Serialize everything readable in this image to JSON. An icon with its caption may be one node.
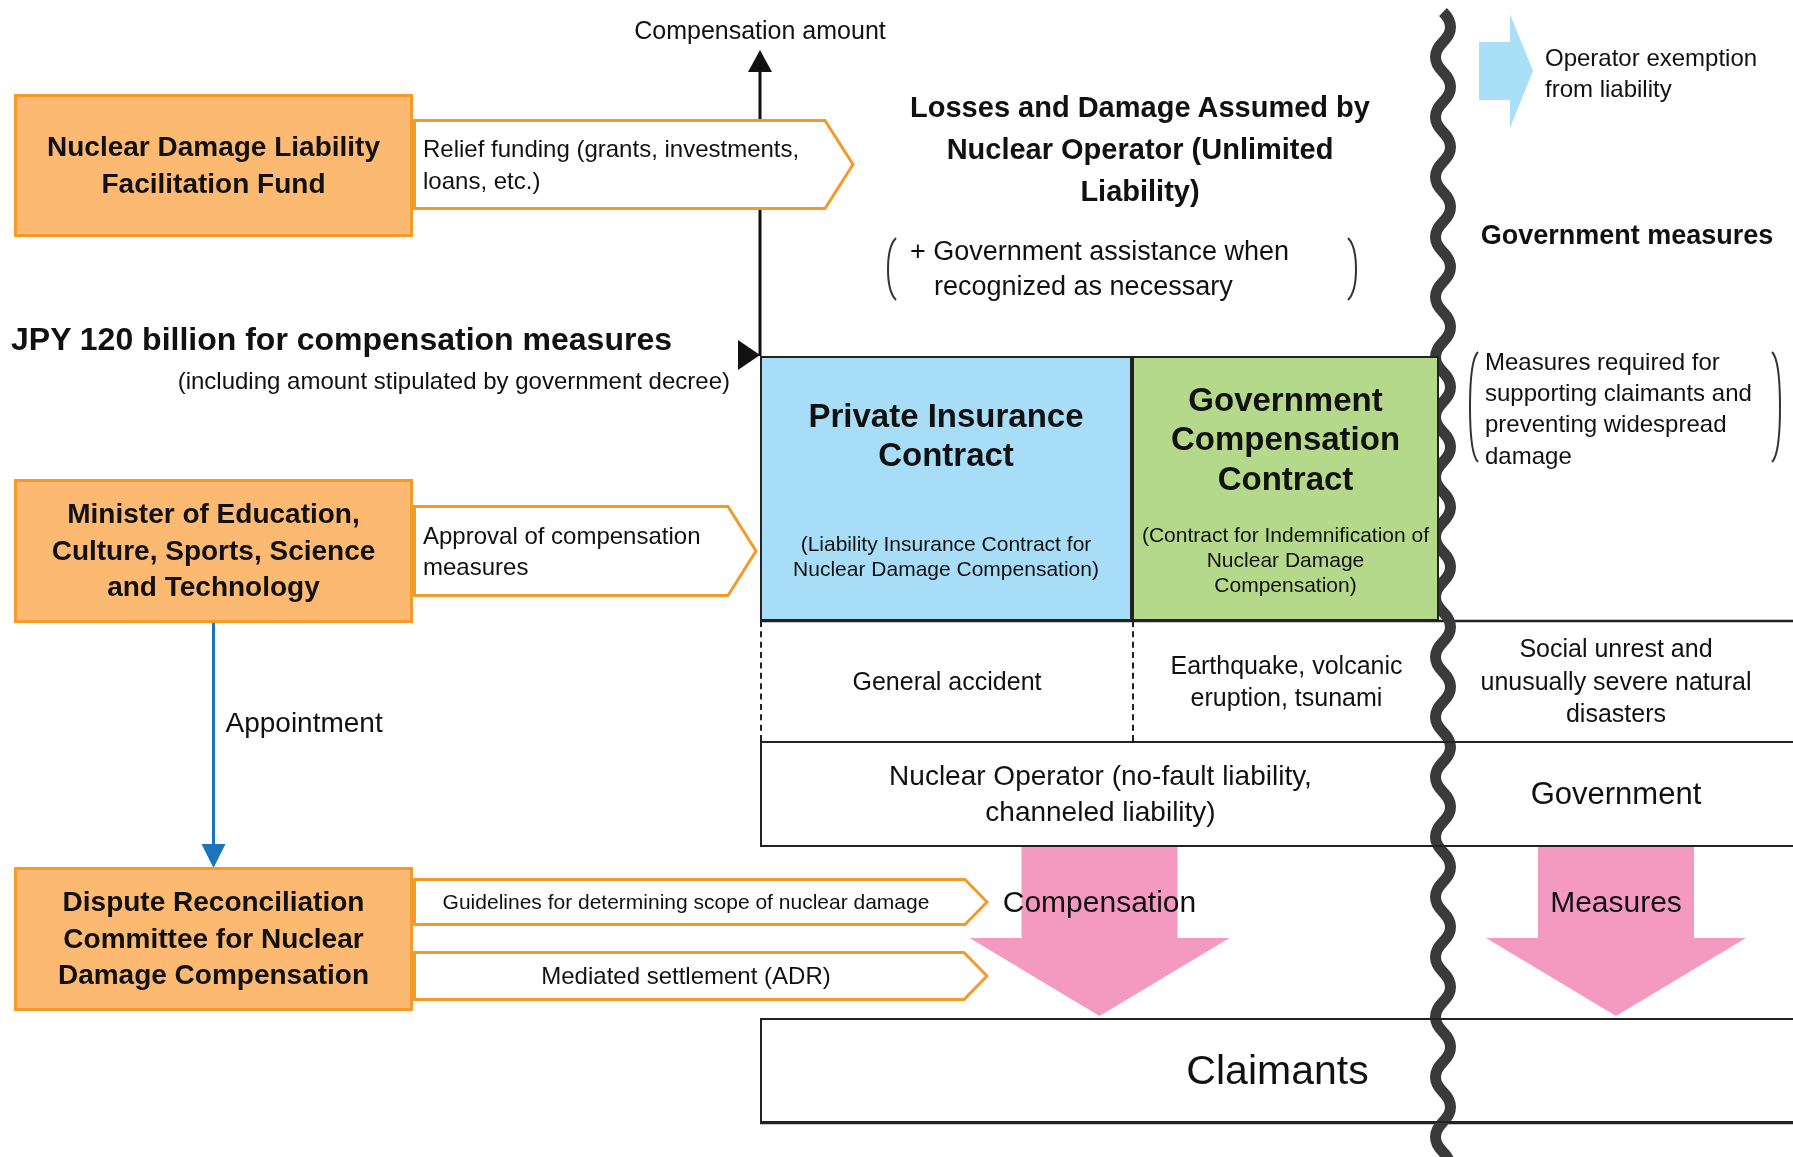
{
  "diagram": {
    "nodes": [
      {
        "text": [
          "Nuclear Damage Liability Facilitation Fund"
        ]
      },
      {
        "text": [
          "Relief funding (grants, investments, loans, etc.)"
        ]
      },
      {
        "text": [
          "Minister of Education, Culture, Sports, Science and Technology"
        ]
      },
      {
        "text": [
          "Approval of compensation measures"
        ]
      },
      {
        "text": [
          "Dispute Reconciliation Committee for Nuclear Damage Compensation"
        ]
      },
      {
        "text": [
          "Guidelines for determining scope of nuclear damage"
        ]
      },
      {
        "text": [
          "Mediated settlement (ADR)"
        ]
      },
      {
        "text": [
          "Private Insurance Contract",
          "(Liability Insurance Contract for Nuclear Damage Compensation)"
        ]
      },
      {
        "text": [
          "Government Compensation Contract",
          "(Contract for Indemnification of Nuclear Damage Compensation)"
        ]
      },
      {
        "text": [
          "General accident"
        ]
      },
      {
        "text": [
          "Earthquake, volcanic eruption, tsunami"
        ]
      },
      {
        "text": [
          "Social unrest and unusually severe natural disasters"
        ]
      },
      {
        "text": [
          "Nuclear Operator (no-fault liability, channeled liability)"
        ]
      },
      {
        "text": [
          "Government"
        ]
      },
      {
        "text": [
          "Claimants"
        ]
      }
    ],
    "edges": [
      {
        "from": 2,
        "to": 4,
        "arrow": "to",
        "label": "Appointment",
        "color": "#1a75bb"
      },
      {
        "from": 12,
        "to": 14,
        "arrow": "to",
        "label": "Compensation",
        "style": "thick",
        "color": "#f49ac1"
      },
      {
        "from": 13,
        "to": 14,
        "arrow": "to",
        "label": "Measures",
        "style": "thick",
        "color": "#f49ac1"
      }
    ],
    "labels": [
      "Compensation amount",
      "Operator exemption from liability",
      "Losses and Damage Assumed by Nuclear Operator (Unlimited Liability)",
      "+ Government assistance when recognized as necessary",
      "Government measures",
      "JPY 120 billion for compensation measures",
      "(including amount stipulated by government decree)",
      "Measures required for supporting claimants and preventing widespread damage"
    ]
  }
}
